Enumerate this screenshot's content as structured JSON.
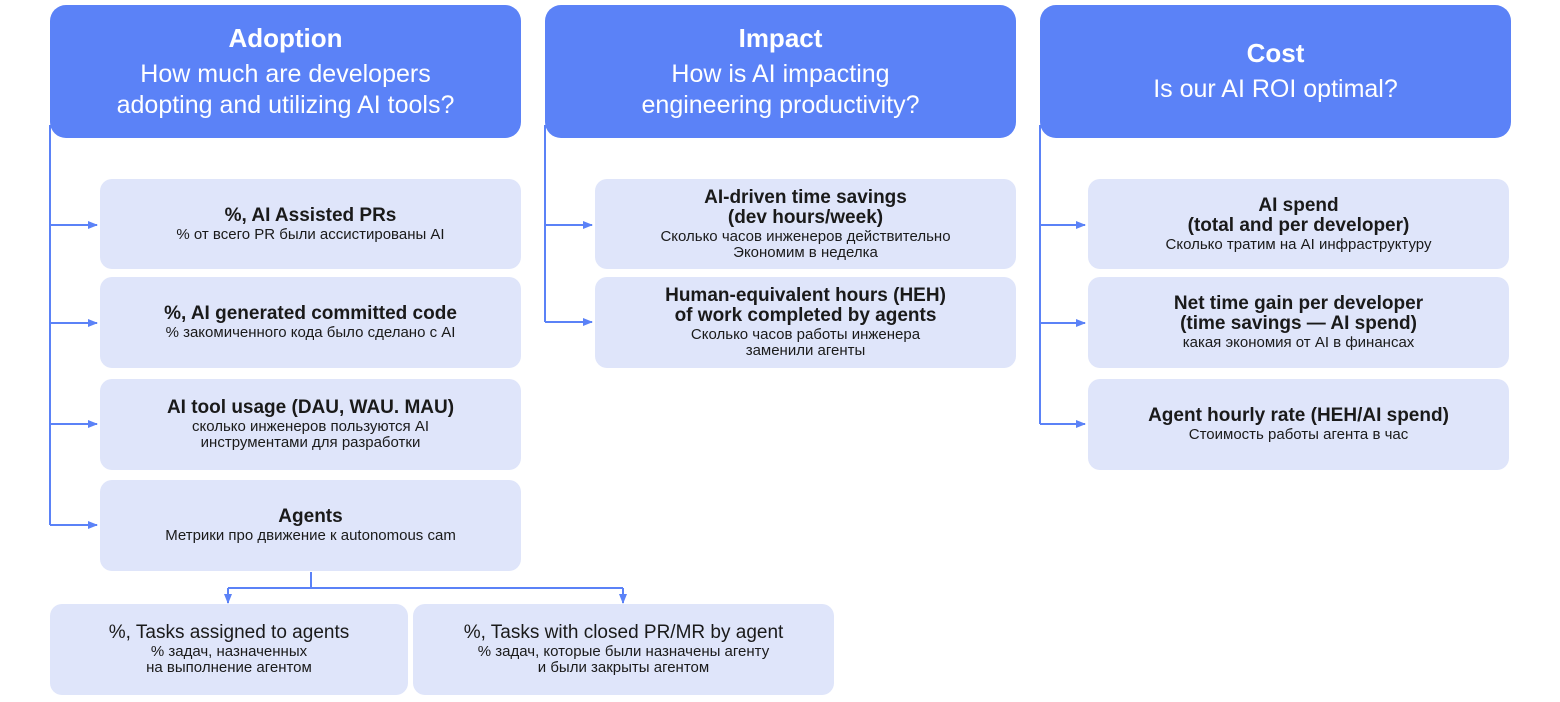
{
  "colors": {
    "header": "#5b82f7",
    "card": "#dfe5fa",
    "connector": "#5b82f7"
  },
  "adoption": {
    "title": "Adoption",
    "subtitle_line1": "How much are developers",
    "subtitle_line2": "adopting and utilizing AI tools?",
    "cards": [
      {
        "title": "%, AI Assisted PRs",
        "sub": "% от всего PR были ассистированы AI"
      },
      {
        "title": "%, AI generated committed code",
        "sub": "% закомиченного кода было сделано с AI"
      },
      {
        "title": "AI tool usage (DAU, WAU. MAU)",
        "sub_line1": "сколько инженеров пользуются AI",
        "sub_line2": "инструментами для разработки"
      },
      {
        "title": "Agents",
        "sub": "Метрики про движение к autonomous cam"
      }
    ],
    "agent_cards": [
      {
        "title": "%, Tasks assigned to agents",
        "sub_line1": "% задач, назначенных",
        "sub_line2": "на выполнение агентом"
      },
      {
        "title": "%, Tasks with closed PR/MR by agent",
        "sub_line1": "% задач, которые были назначены агенту",
        "sub_line2": "и были закрыты агентом"
      }
    ]
  },
  "impact": {
    "title": "Impact",
    "subtitle_line1": "How is AI impacting",
    "subtitle_line2": "engineering productivity?",
    "cards": [
      {
        "title_line1": "AI-driven time savings",
        "title_line2": "(dev hours/week)",
        "sub_line1": "Сколько часов инженеров действительно",
        "sub_line2": "Экономим в неделка"
      },
      {
        "title_line1": "Human-equivalent hours (HEH)",
        "title_line2": "of work completed by agents",
        "sub_line1": "Сколько часов работы инженера",
        "sub_line2": "заменили агенты"
      }
    ]
  },
  "cost": {
    "title": "Cost",
    "subtitle": "Is our AI ROI optimal?",
    "cards": [
      {
        "title_line1": "AI spend",
        "title_line2": "(total and per developer)",
        "sub": "Сколько тратим на AI инфраструктуру"
      },
      {
        "title_line1": "Net time gain per developer",
        "title_line2": "(time savings — AI spend)",
        "sub": "какая экономия от AI в финансах"
      },
      {
        "title": "Agent hourly rate (HEH/AI spend)",
        "sub": "Стоимость работы агента в час"
      }
    ]
  }
}
